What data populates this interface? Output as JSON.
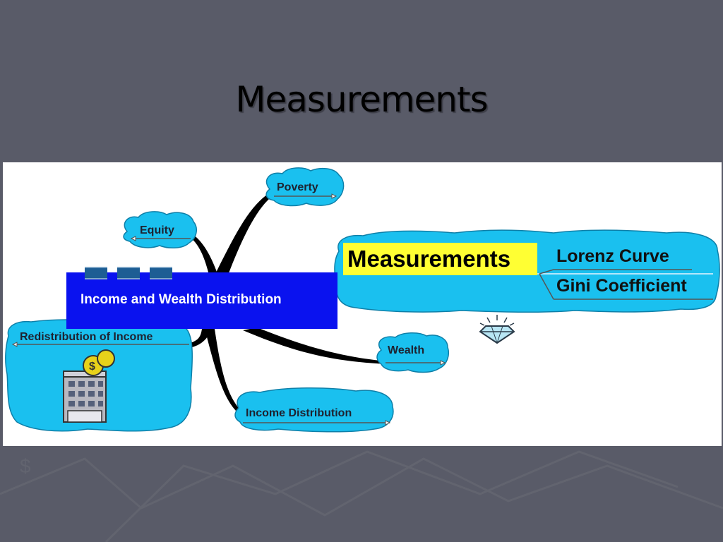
{
  "slide": {
    "title": "Measurements"
  },
  "diagram": {
    "center_node": "Income and Wealth Distribution",
    "branches": {
      "poverty": "Poverty",
      "equity": "Equity",
      "redistribution": "Redistribution of Income",
      "wealth": "Wealth",
      "income_distribution": "Income Distribution"
    },
    "measurements": {
      "label": "Measurements",
      "items": [
        "Lorenz Curve",
        "Gini Coefficient"
      ]
    },
    "images": [
      "bank-building-coins-icon",
      "diamond-icon"
    ]
  },
  "colors": {
    "background": "#595b68",
    "cloud_fill": "#1ac0ef",
    "center_node_fill": "#0a12ef",
    "highlight": "#ffff33"
  }
}
